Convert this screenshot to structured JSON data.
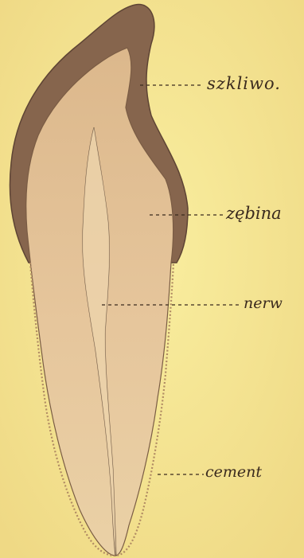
{
  "figure": {
    "subject": "tooth-longitudinal-section",
    "colors": {
      "paper": "#f6e79a",
      "enamel": "#8a6a52",
      "dentin": "#e2c196",
      "pulp_line": "#6b5440",
      "ink": "#3a2a1e"
    }
  },
  "labels": {
    "enamel": "szkliwo.",
    "dentin": "zębina",
    "nerve": "nerw",
    "cement": "cement"
  }
}
